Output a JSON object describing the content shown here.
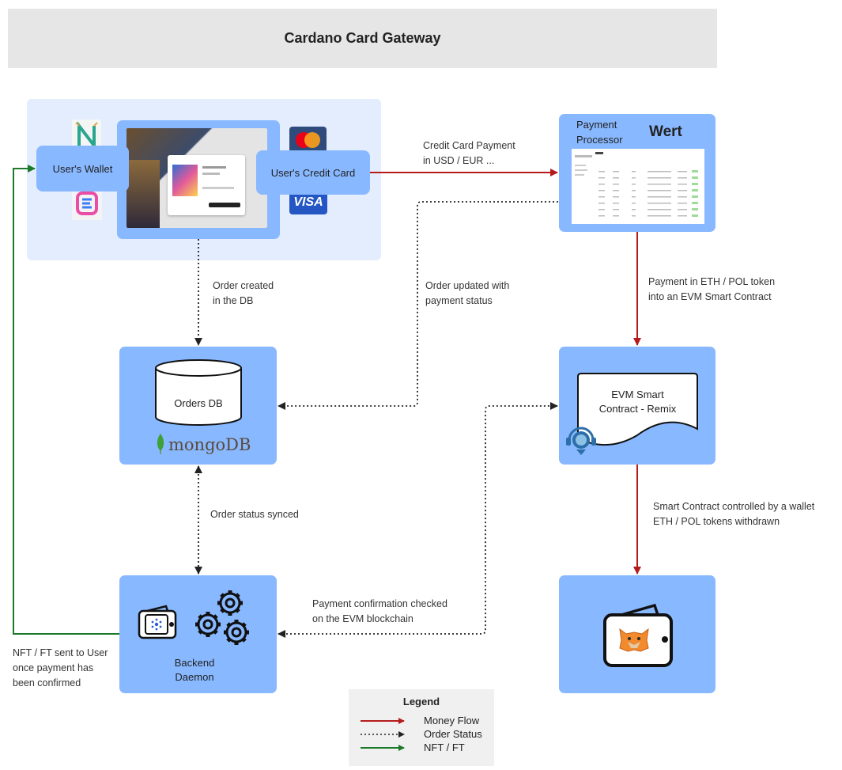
{
  "title": "Cardano Card Gateway",
  "nodes": {
    "users_wallet": "User's Wallet",
    "users_credit_card": "User's Credit Card",
    "payment_processor": "Payment Processor",
    "payment_processor_line1": "Payment",
    "payment_processor_line2": "Processor",
    "processor_brand": "Wert",
    "orders_db": "Orders DB",
    "mongodb_logo": "mongoDB",
    "evm_contract_line1": "EVM Smart",
    "evm_contract_line2": "Contract - Remix",
    "backend_line1": "Backend",
    "backend_line2": "Daemon",
    "visa_logo": "VISA"
  },
  "edges": {
    "credit_card_payment": [
      "Credit Card Payment",
      "in USD / EUR ..."
    ],
    "order_created": [
      "Order created",
      "in the DB"
    ],
    "order_updated": [
      "Order updated with",
      "payment status"
    ],
    "payment_eth_pol": [
      "Payment in ETH / POL token",
      "into an EVM Smart Contract"
    ],
    "order_status_synced": [
      "Order status synced"
    ],
    "smart_contract_wallet": [
      "Smart Contract controlled by a wallet",
      "ETH / POL tokens withdrawn"
    ],
    "payment_confirmation": [
      "Payment confirmation checked",
      "on the EVM blockchain"
    ],
    "nft_sent": [
      "NFT / FT sent to User",
      "once payment has",
      "been confirmed"
    ]
  },
  "legend": {
    "title": "Legend",
    "items": [
      {
        "label": "Money Flow",
        "color": "#b51b1b",
        "style": "solid"
      },
      {
        "label": "Order Status",
        "color": "#222222",
        "style": "dotted"
      },
      {
        "label": "NFT / FT",
        "color": "#1a7a2a",
        "style": "solid"
      }
    ]
  },
  "colors": {
    "box": "#88b8ff",
    "panel": "#e3edfd",
    "money_flow": "#b51b1b",
    "order_status": "#222222",
    "nft_flow": "#1a7a2a"
  },
  "icons": [
    "nami-wallet-icon",
    "eternl-wallet-icon",
    "mastercard-icon",
    "visa-icon",
    "database-cylinder-icon",
    "mongodb-leaf-icon",
    "remix-icon",
    "cardano-wallet-icon",
    "gears-icon",
    "metamask-wallet-icon"
  ]
}
